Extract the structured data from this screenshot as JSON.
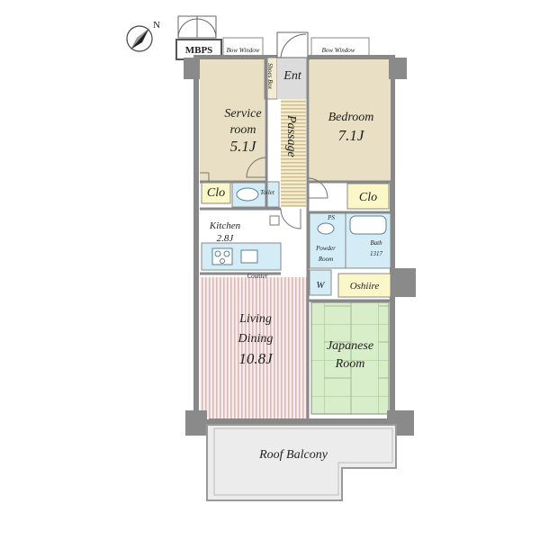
{
  "compass": {
    "label": "N"
  },
  "labels": {
    "mbps": "MBPS",
    "bow_window_left": "Bow Window",
    "bow_window_right": "Bow Window",
    "shoes_box": "Shoes Box",
    "ent": "Ent",
    "passage": "Passage",
    "service_room": {
      "line1": "Service",
      "line2": "room",
      "line3": "5.1J"
    },
    "bedroom": {
      "line1": "Bedroom",
      "line2": "7.1J"
    },
    "clo_left": "Clo",
    "clo_right": "Clo",
    "toilet": "Toilet",
    "kitchen": {
      "line1": "Kitchen",
      "line2": "2.8J"
    },
    "ps": "PS",
    "powder_room": {
      "line1": "Powder",
      "line2": "Room"
    },
    "bath": {
      "line1": "Bath",
      "line2": "1317"
    },
    "w": "W",
    "oshiire": "Oshiire",
    "counter": "Counter",
    "living_dining": {
      "line1": "Living",
      "line2": "Dining",
      "line3": "10.8J"
    },
    "japanese_room": {
      "line1": "Japanese",
      "line2": "Room"
    },
    "roof_balcony": "Roof Balcony"
  },
  "colors": {
    "bedroom_fill": "#e8dfc4",
    "closet_fill": "#fbf7c8",
    "wet_area_fill": "#d4ecf6",
    "tatami_fill": "#d8edc9",
    "living_stripe": "#d9b8b8",
    "balcony_fill": "#ececec",
    "wall": "#888888",
    "pillar": "#8a8a8a"
  }
}
